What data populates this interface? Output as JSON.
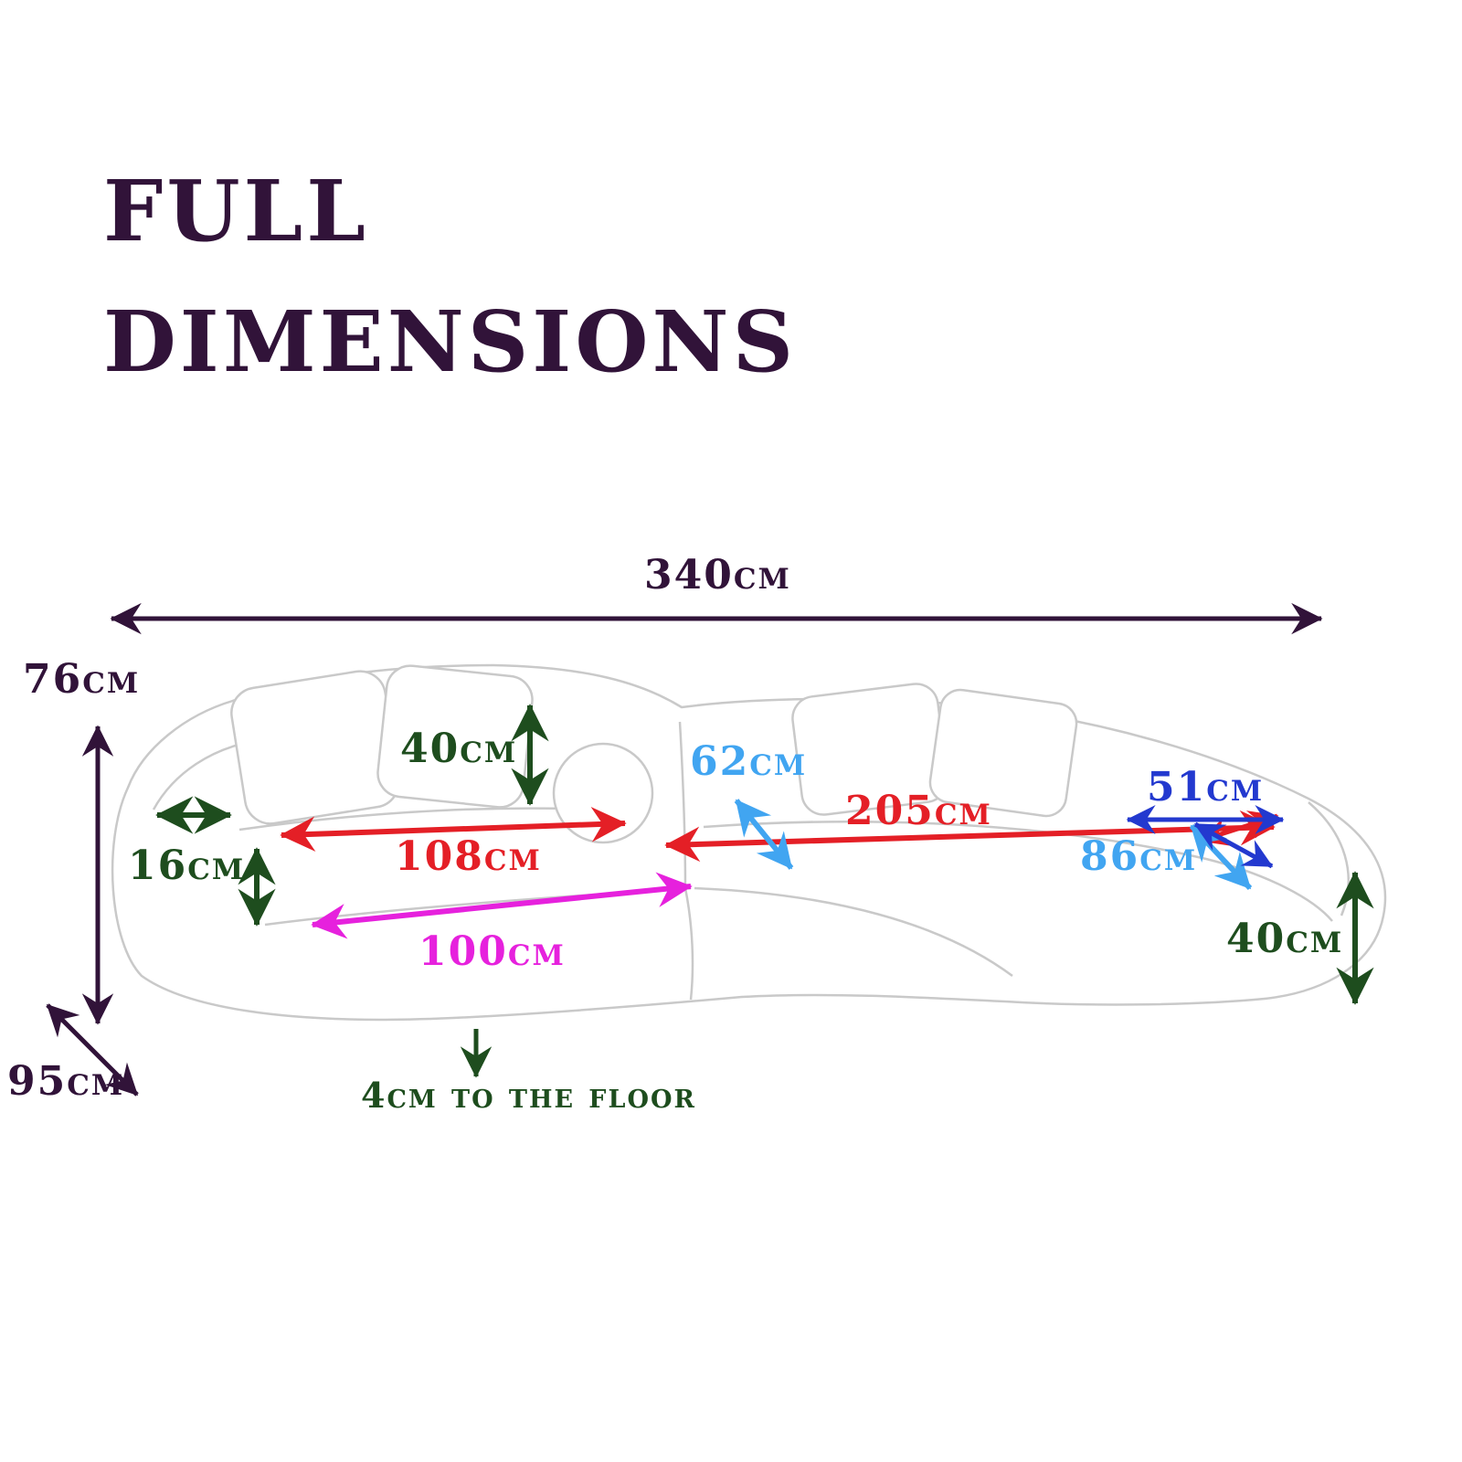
{
  "title": {
    "line1": "FULL",
    "line2": "DIMENSIONS"
  },
  "labels": {
    "overall_width": "340cm",
    "overall_height": "76cm",
    "overall_depth": "95cm",
    "back_cushion_height": "40cm",
    "seat_depth": "62cm",
    "right_section_length": "205cm",
    "chaise_end_width": "51cm",
    "left_seat_width": "108cm",
    "chaise_seat_depth": "86cm",
    "armrest_thickness": "16cm",
    "seat_front_length": "100cm",
    "seat_height": "40cm",
    "floor_clearance": "4cm to the floor"
  },
  "colors": {
    "title": "#311339",
    "dark_dimension": "#311339",
    "green_dimension": "#1e4d1e",
    "red_dimension": "#e41f26",
    "light_blue_dimension": "#41a5f1",
    "blue_dimension": "#2339cf",
    "magenta_dimension": "#e621dd",
    "sofa_fill": "#ffffff",
    "sofa_outline": "#c9c9c9"
  }
}
